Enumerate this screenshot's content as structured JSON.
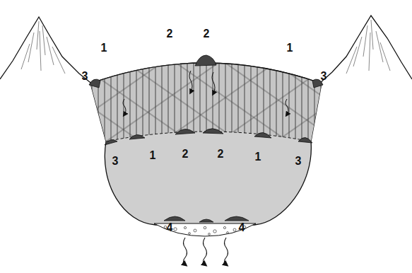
{
  "diagram": {
    "labels": [
      "1",
      "2",
      "2",
      "1",
      "3",
      "3",
      "3",
      "1",
      "2",
      "2",
      "1",
      "3",
      "4",
      "4"
    ]
  }
}
